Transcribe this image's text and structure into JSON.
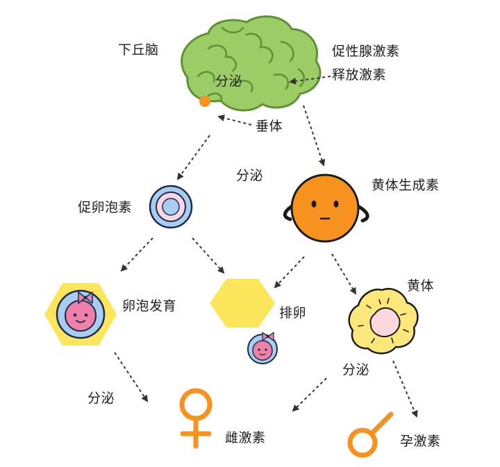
{
  "labels": {
    "hypothalamus": "下丘脑",
    "gnrh_line1": "促性腺激素",
    "gnrh_line2": "释放激素",
    "secrete_brain": "分泌",
    "pituitary": "垂体",
    "secrete_pituitary": "分泌",
    "fsh": "促卵泡素",
    "lh": "黄体生成素",
    "follicle_dev": "卵泡发育",
    "ovulation": "排卵",
    "corpus_luteum": "黄体",
    "secrete_follicle": "分泌",
    "secrete_luteum": "分泌",
    "estrogen": "雌激素",
    "progesterone": "孕激素"
  },
  "colors": {
    "brain_green": "#9ccc65",
    "brain_line": "#5f8f37",
    "orange": "#f7921e",
    "yellow": "#fbe55a",
    "pink": "#ef80a8",
    "blue_ring": "#9ac4ec",
    "arrow": "#333333"
  },
  "icons": {
    "brain": "brain-icon",
    "pituitary": "pituitary-dot-icon",
    "fsh": "fsh-cell-icon",
    "lh": "lh-character-icon",
    "follicle": "follicle-hexagon-icon",
    "ovum": "ovum-hexagon-icon",
    "egg": "egg-icon",
    "luteum": "corpus-luteum-icon",
    "female": "female-symbol-icon",
    "male": "male-symbol-icon"
  }
}
